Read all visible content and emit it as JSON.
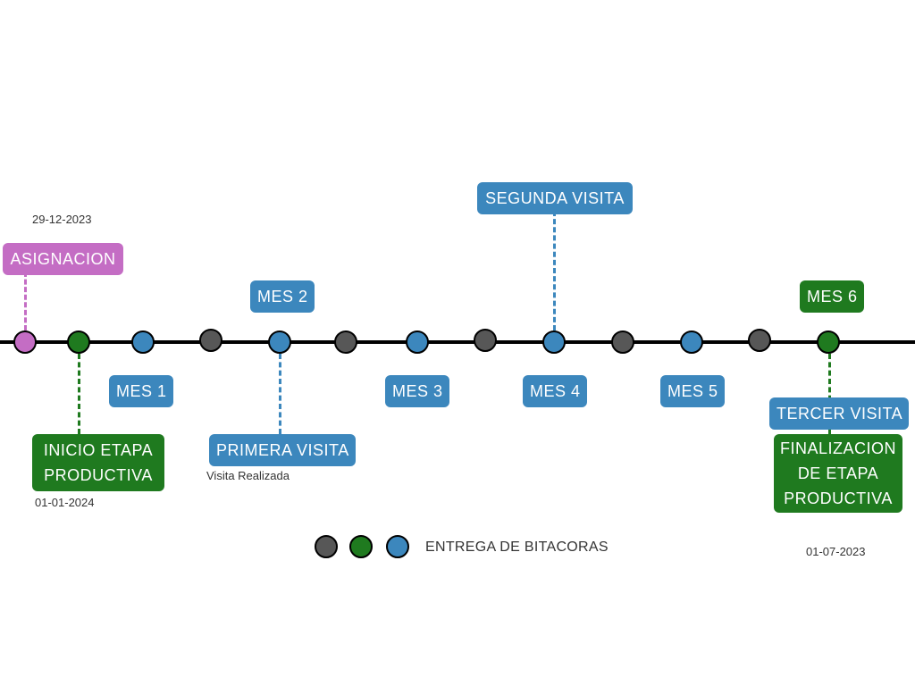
{
  "colors": {
    "gray": "#575757",
    "green": "#1f7a1f",
    "blue": "#3c87bd",
    "pink": "#c46dc4",
    "line": "#000000"
  },
  "labels": {
    "asignacion": "ASIGNACION",
    "inicio_etapa": "INICIO ETAPA PRODUCTIVA",
    "mes1": "MES 1",
    "mes2": "MES 2",
    "mes3": "MES 3",
    "mes4": "MES 4",
    "mes5": "MES 5",
    "mes6": "MES 6",
    "primera_visita": "PRIMERA VISITA",
    "segunda_visita": "SEGUNDA VISITA",
    "tercer_visita": "TERCER VISITA",
    "finalizacion": "FINALIZACION DE ETAPA PRODUCTIVA"
  },
  "dates": {
    "asignacion": "29-12-2023",
    "inicio": "01-01-2024",
    "finalizacion": "01-07-2023"
  },
  "notes": {
    "visita_realizada": "Visita Realizada"
  },
  "legend": {
    "text": "ENTREGA DE BITACORAS"
  }
}
